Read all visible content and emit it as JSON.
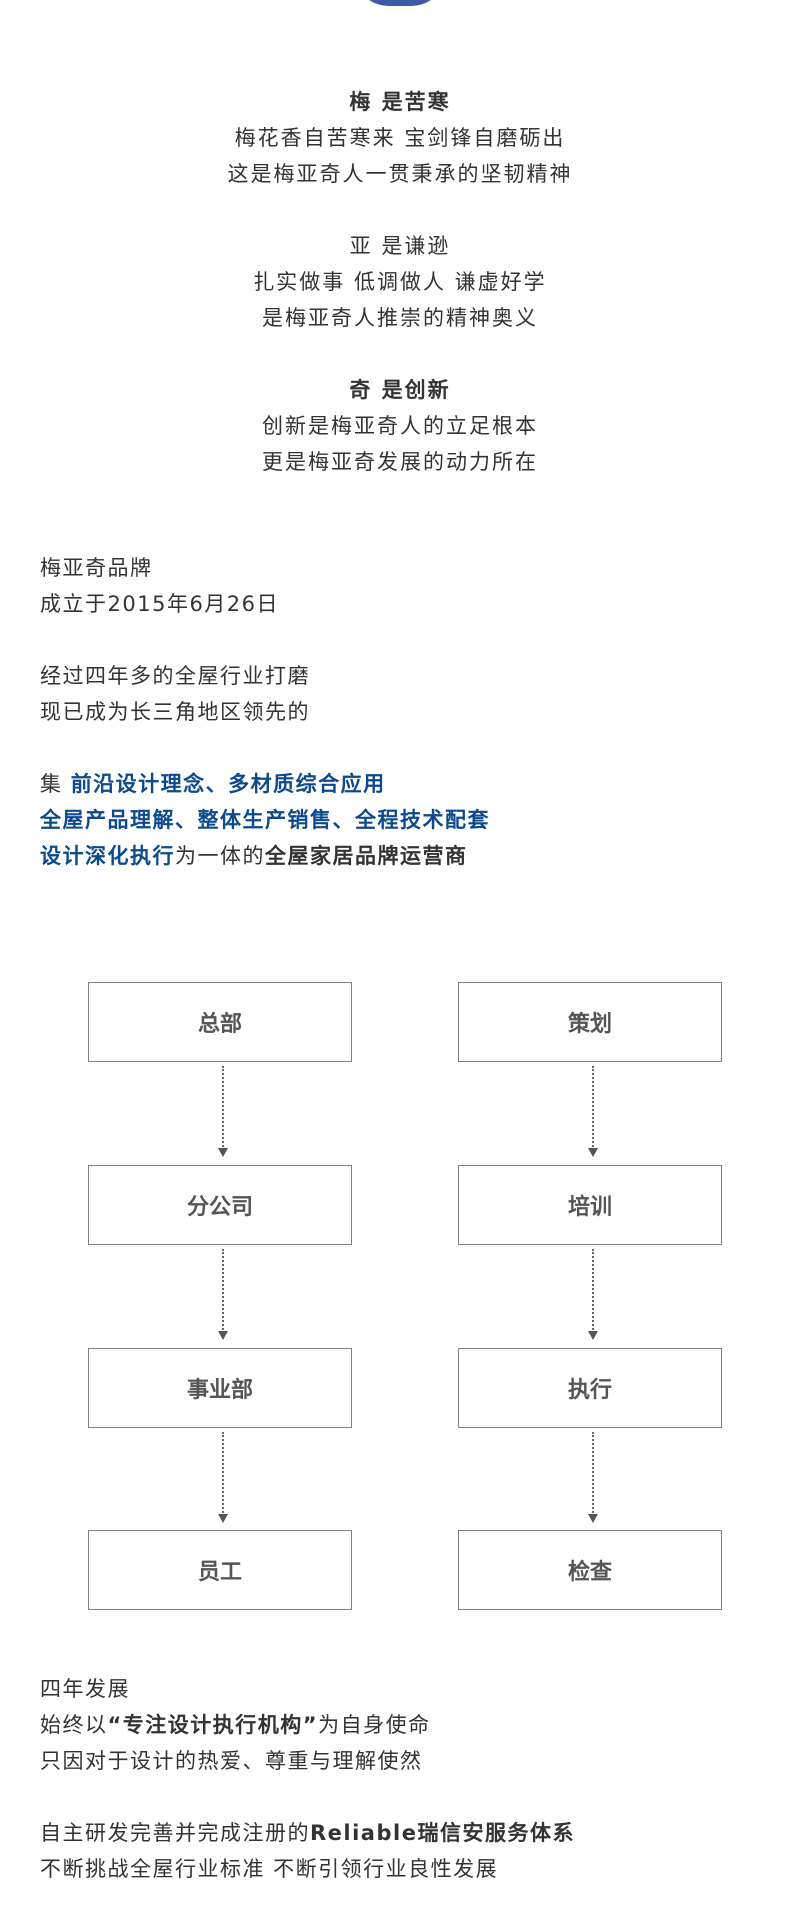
{
  "mottos": [
    {
      "title": "梅 是苦寒",
      "lines": [
        "梅花香自苦寒来 宝剑锋自磨砺出",
        "这是梅亚奇人一贯秉承的坚韧精神"
      ]
    },
    {
      "title": "亚 是谦逊",
      "lines": [
        "扎实做事 低调做人 谦虚好学",
        "是梅亚奇人推崇的精神奥义"
      ]
    },
    {
      "title": "奇 是创新",
      "lines": [
        "创新是梅亚奇人的立足根本",
        "更是梅亚奇发展的动力所在"
      ]
    }
  ],
  "intro": {
    "brand": "梅亚奇品牌",
    "founded": "成立于2015年6月26日",
    "history_line1": "经过四年多的全屋行业打磨",
    "history_line2": "现已成为长三角地区领先的",
    "pos_prefix": "集 ",
    "pos_blue1": "前沿设计理念、多材质综合应用",
    "pos_blue2": "全屋产品理解、整体生产销售、全程技术配套",
    "pos_blue3": "设计深化执行",
    "pos_mid": "为一体的",
    "pos_dark": "全屋家居品牌运营商"
  },
  "org_chart": {
    "left": [
      "总部",
      "分公司",
      "事业部",
      "员工"
    ],
    "right": [
      "策划",
      "培训",
      "执行",
      "检查"
    ]
  },
  "development": {
    "line1": "四年发展",
    "line2_prefix": "始终以",
    "line2_bold": "“专注设计执行机构”",
    "line2_suffix": "为自身使命",
    "line3": "只因对于设计的热爱、尊重与理解使然",
    "line4_prefix": "自主研发完善并完成注册的",
    "line4_bold": "Reliable瑞信安服务体系",
    "line5": "不断挑战全屋行业标准 不断引领行业良性发展"
  },
  "colors": {
    "accent_blue": "#0d4a8c",
    "arc_blue": "#3d5aa6",
    "text": "#333333",
    "box_border": "#808080"
  }
}
